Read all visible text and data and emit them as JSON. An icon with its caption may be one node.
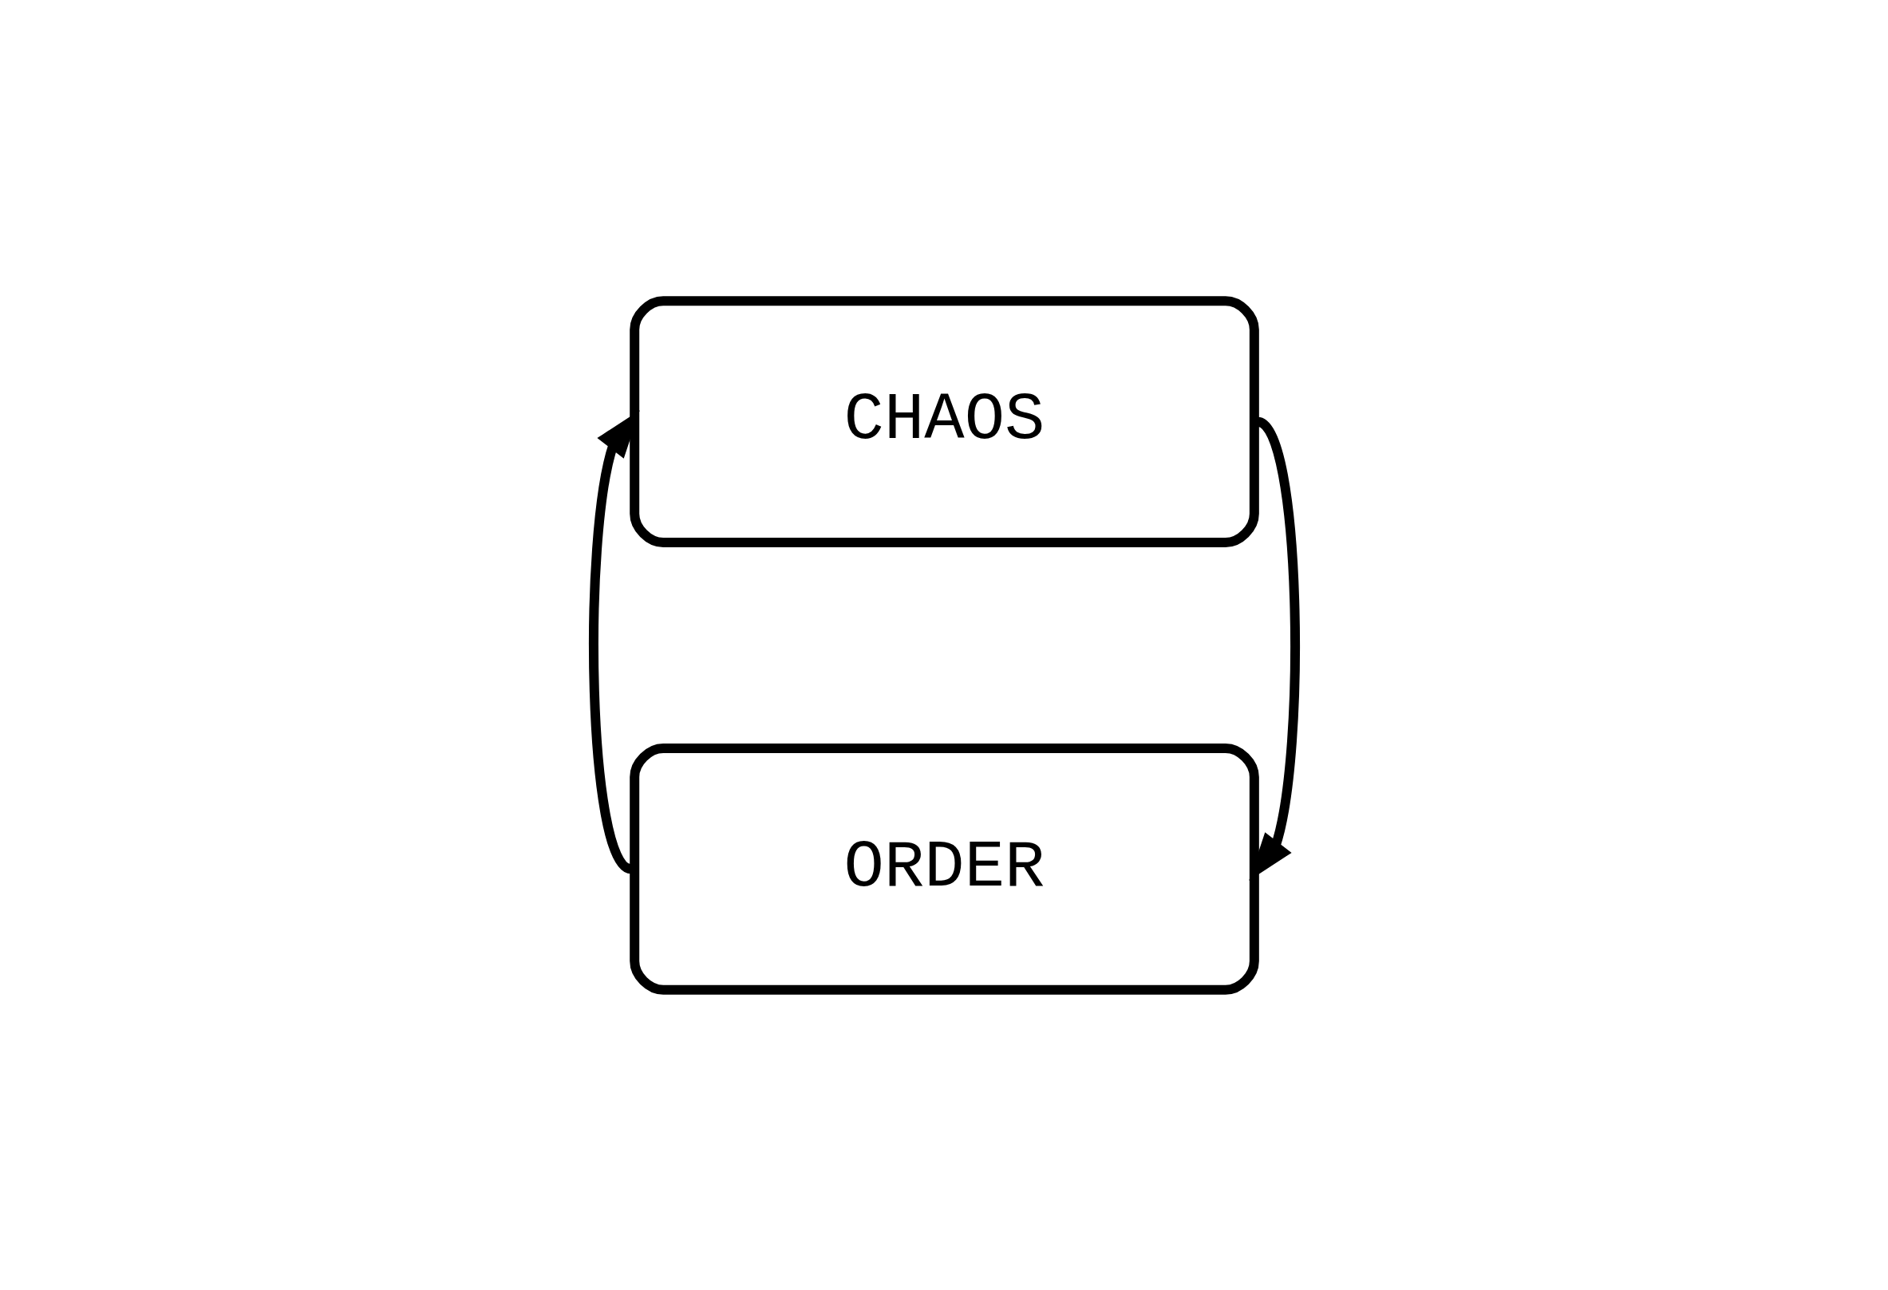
{
  "diagram": {
    "nodes": [
      {
        "text": [
          "CHAOS"
        ]
      },
      {
        "text": [
          "ORDER"
        ]
      }
    ],
    "edges": [
      {
        "from": 1,
        "to": 0,
        "arrow": "to"
      },
      {
        "from": 0,
        "to": 1,
        "arrow": "to"
      }
    ]
  }
}
